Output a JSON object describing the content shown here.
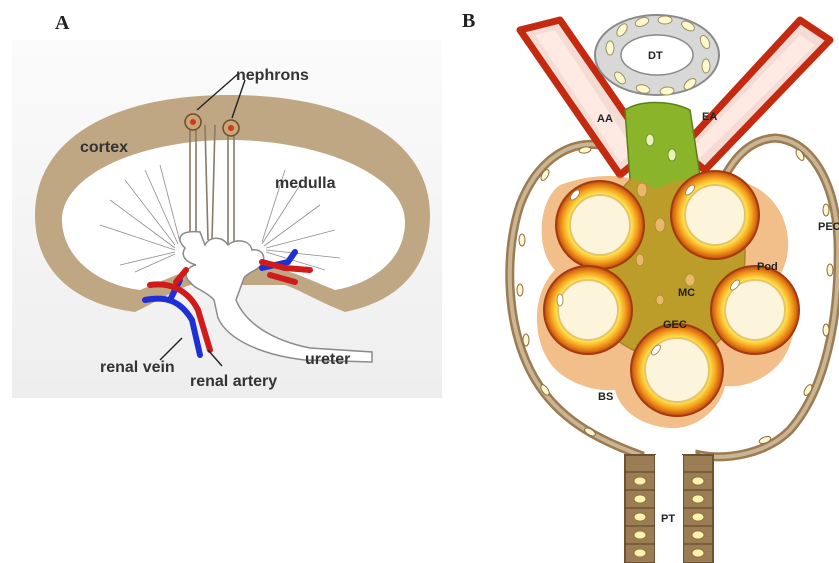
{
  "panels": {
    "a": {
      "letter": "A",
      "labels": {
        "nephrons": "nephrons",
        "cortex": "cortex",
        "medulla": "medulla",
        "renal_vein": "renal vein",
        "renal_artery": "renal artery",
        "ureter": "ureter"
      }
    },
    "b": {
      "letter": "B",
      "labels": {
        "dt": "DT",
        "aa": "AA",
        "ea": "EA",
        "pec": "PEC",
        "pod": "Pod",
        "mc": "MC",
        "gec": "GEC",
        "bs": "BS",
        "pt": "PT"
      }
    }
  },
  "colors": {
    "cortex": "#bfa784",
    "medulla": "#ffffff",
    "vein": "#1f2fd6",
    "artery": "#d11a1a",
    "capsule": "#a08a6a",
    "mesangium": "#7fae1e",
    "capillary_ring": "#e07b1a"
  }
}
